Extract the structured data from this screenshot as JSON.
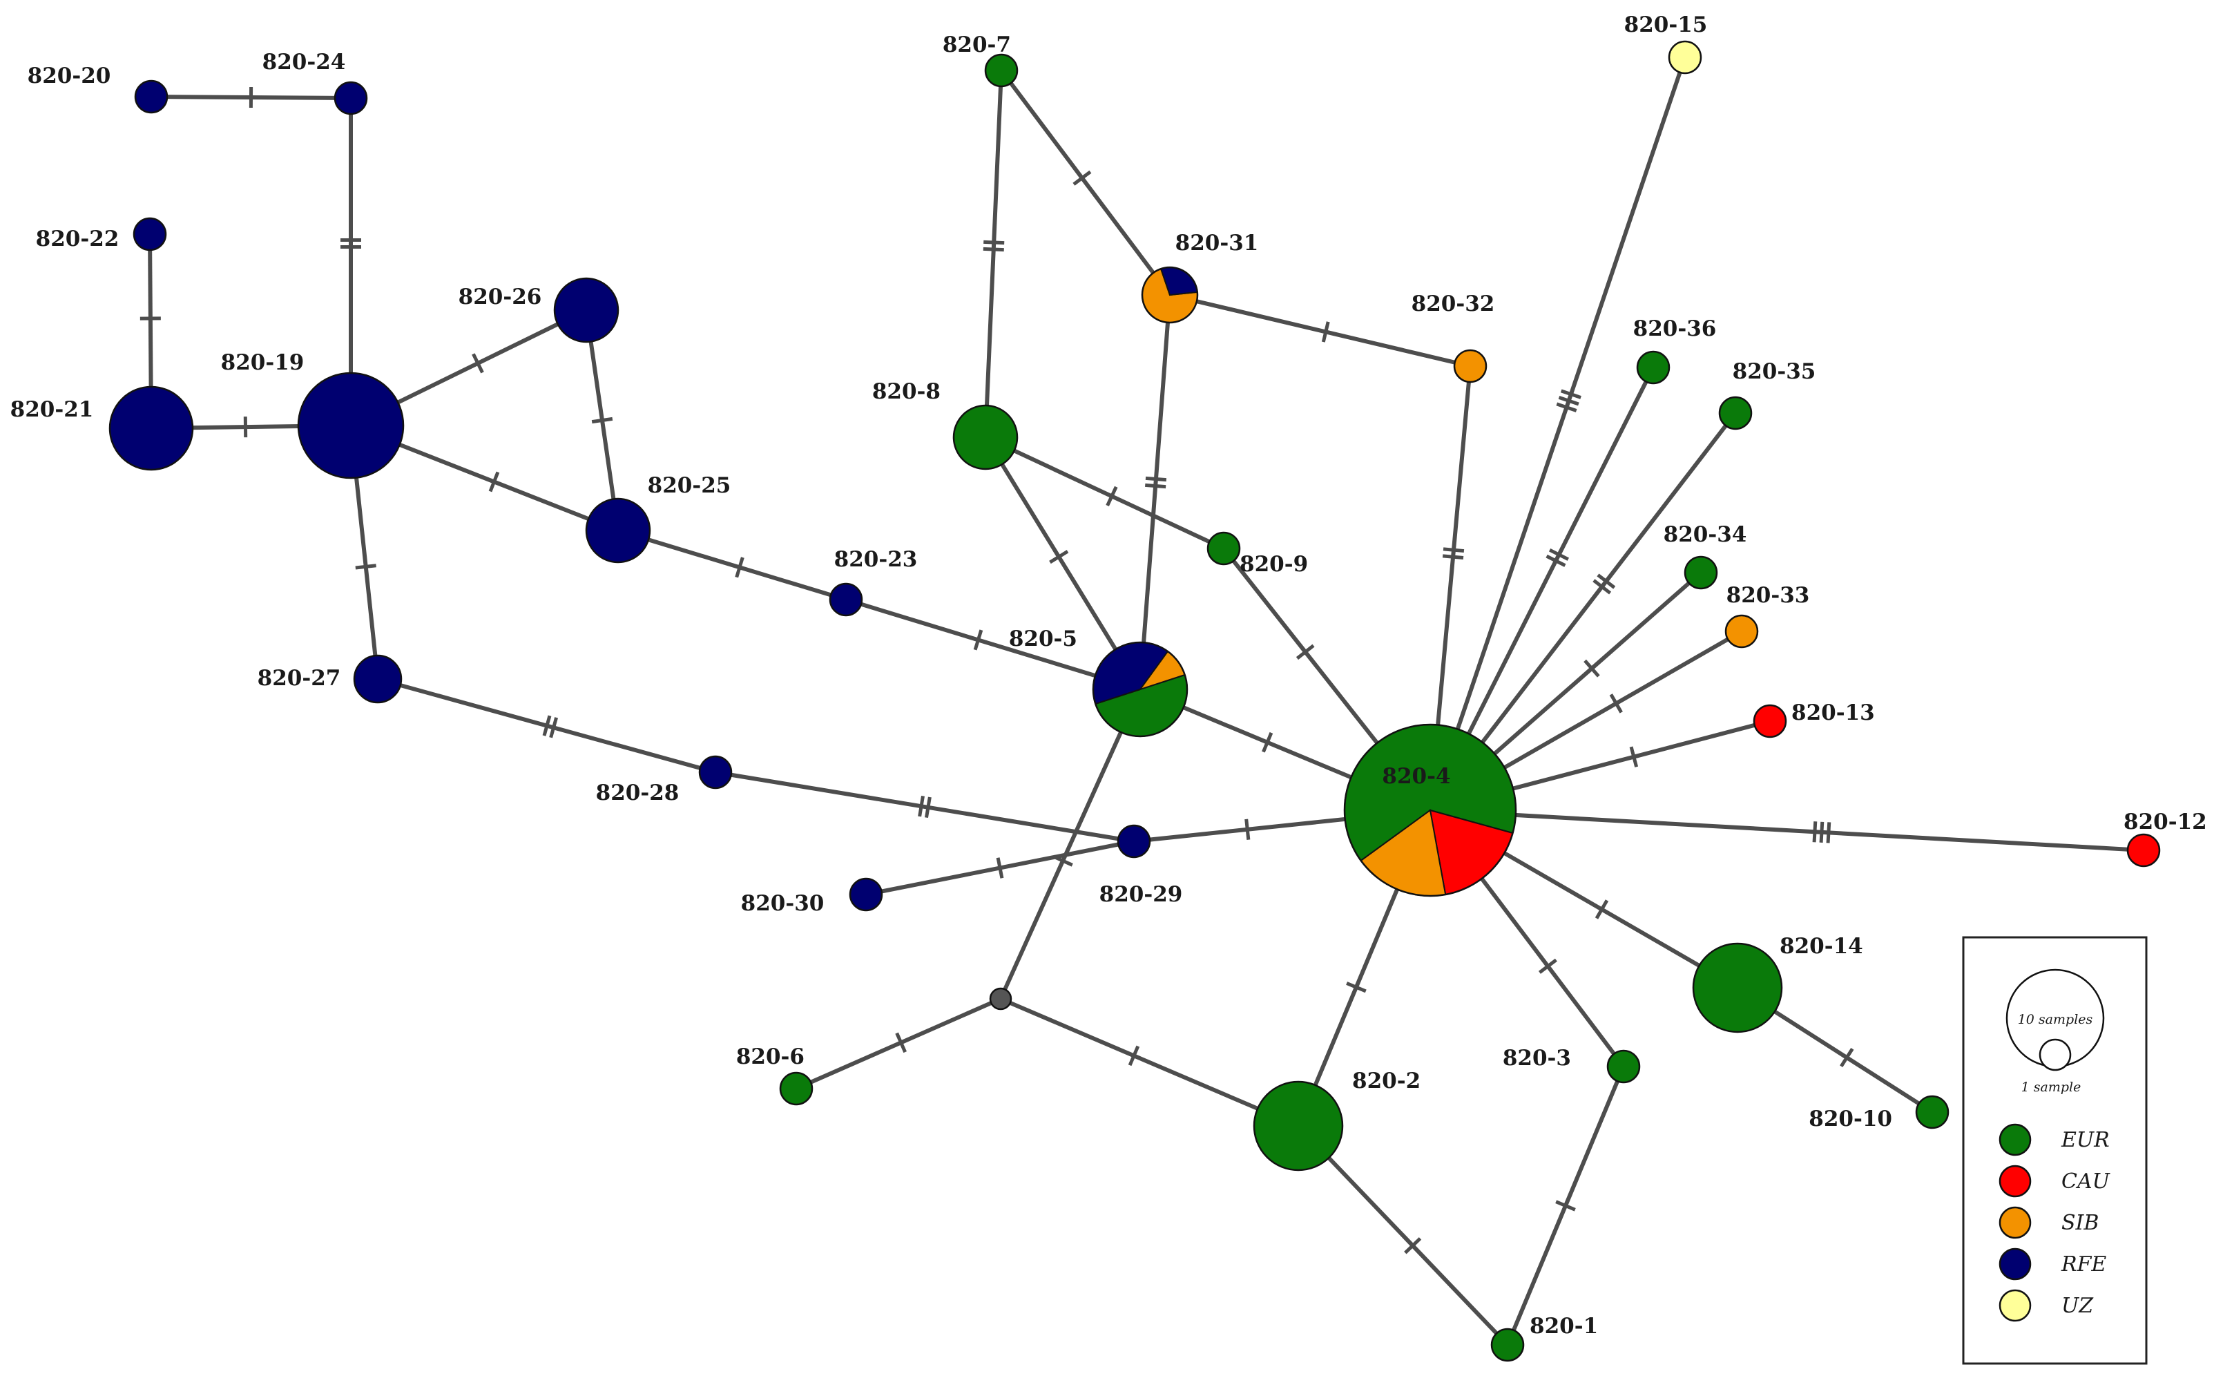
{
  "colors": {
    "EUR": "#0a7a0a",
    "CAU": "#ff0000",
    "SIB": "#f39200",
    "RFE": "#000070",
    "UZ": "#ffff99",
    "median": "#555555",
    "edge": "#4d4d4d"
  },
  "nodes": [
    {
      "id": "820-1",
      "label": "820-1",
      "count": 1,
      "comp": {
        "EUR": 1
      }
    },
    {
      "id": "820-2",
      "label": "820-2",
      "count": 4,
      "comp": {
        "EUR": 4
      }
    },
    {
      "id": "820-3",
      "label": "820-3",
      "count": 1,
      "comp": {
        "EUR": 1
      }
    },
    {
      "id": "820-4",
      "label": "820-4",
      "count": 14,
      "comp": {
        "EUR": 9,
        "CAU": 2.5,
        "SIB": 2.5
      }
    },
    {
      "id": "820-5",
      "label": "820-5",
      "count": 4,
      "comp": {
        "EUR": 2,
        "RFE": 1.6,
        "SIB": 0.4
      }
    },
    {
      "id": "820-6",
      "label": "820-6",
      "count": 1,
      "comp": {
        "EUR": 1
      }
    },
    {
      "id": "820-7",
      "label": "820-7",
      "count": 1,
      "comp": {
        "EUR": 1
      }
    },
    {
      "id": "820-8",
      "label": "820-8",
      "count": 2,
      "comp": {
        "EUR": 2
      }
    },
    {
      "id": "820-9",
      "label": "820-9",
      "count": 1,
      "comp": {
        "EUR": 1
      }
    },
    {
      "id": "820-10",
      "label": "820-10",
      "count": 1,
      "comp": {
        "EUR": 1
      }
    },
    {
      "id": "820-12",
      "label": "820-12",
      "count": 1,
      "comp": {
        "CAU": 1
      }
    },
    {
      "id": "820-13",
      "label": "820-13",
      "count": 1,
      "comp": {
        "CAU": 1
      }
    },
    {
      "id": "820-14",
      "label": "820-14",
      "count": 4,
      "comp": {
        "EUR": 4
      }
    },
    {
      "id": "820-15",
      "label": "820-15",
      "count": 1,
      "comp": {
        "UZ": 1
      }
    },
    {
      "id": "820-19",
      "label": "820-19",
      "count": 6,
      "comp": {
        "RFE": 6
      }
    },
    {
      "id": "820-20",
      "label": "820-20",
      "count": 1,
      "comp": {
        "RFE": 1
      }
    },
    {
      "id": "820-21",
      "label": "820-21",
      "count": 4,
      "comp": {
        "RFE": 4
      }
    },
    {
      "id": "820-22",
      "label": "820-22",
      "count": 1,
      "comp": {
        "RFE": 1
      }
    },
    {
      "id": "820-23",
      "label": "820-23",
      "count": 1,
      "comp": {
        "RFE": 1
      }
    },
    {
      "id": "820-24",
      "label": "820-24",
      "count": 1,
      "comp": {
        "RFE": 1
      }
    },
    {
      "id": "820-25",
      "label": "820-25",
      "count": 2,
      "comp": {
        "RFE": 2
      }
    },
    {
      "id": "820-26",
      "label": "820-26",
      "count": 2,
      "comp": {
        "RFE": 2
      }
    },
    {
      "id": "820-27",
      "label": "820-27",
      "count": 1,
      "comp": {
        "RFE": 1
      }
    },
    {
      "id": "820-28",
      "label": "820-28",
      "count": 1,
      "comp": {
        "RFE": 1
      }
    },
    {
      "id": "820-29",
      "label": "820-29",
      "count": 1,
      "comp": {
        "RFE": 1
      }
    },
    {
      "id": "820-30",
      "label": "820-30",
      "count": 1,
      "comp": {
        "RFE": 1
      }
    },
    {
      "id": "820-31",
      "label": "820-31",
      "count": 1.4,
      "comp": {
        "SIB": 1,
        "RFE": 0.4
      }
    },
    {
      "id": "820-32",
      "label": "820-32",
      "count": 1,
      "comp": {
        "SIB": 1
      }
    },
    {
      "id": "820-33",
      "label": "820-33",
      "count": 1,
      "comp": {
        "SIB": 1
      }
    },
    {
      "id": "820-34",
      "label": "820-34",
      "count": 1,
      "comp": {
        "EUR": 1
      }
    },
    {
      "id": "820-35",
      "label": "820-35",
      "count": 1,
      "comp": {
        "EUR": 1
      }
    },
    {
      "id": "820-36",
      "label": "820-36",
      "count": 1,
      "comp": {
        "EUR": 1
      }
    },
    {
      "id": "mv",
      "label": "",
      "count": 0.3,
      "comp": {
        "median": 1
      }
    }
  ],
  "edges": [
    {
      "from": "820-20",
      "to": "820-24",
      "mutations": 1
    },
    {
      "from": "820-24",
      "to": "820-19",
      "mutations": 2
    },
    {
      "from": "820-22",
      "to": "820-21",
      "mutations": 1
    },
    {
      "from": "820-21",
      "to": "820-19",
      "mutations": 1
    },
    {
      "from": "820-19",
      "to": "820-26",
      "mutations": 1
    },
    {
      "from": "820-19",
      "to": "820-25",
      "mutations": 1
    },
    {
      "from": "820-26",
      "to": "820-25",
      "mutations": 1
    },
    {
      "from": "820-19",
      "to": "820-27",
      "mutations": 1
    },
    {
      "from": "820-25",
      "to": "820-23",
      "mutations": 1
    },
    {
      "from": "820-23",
      "to": "820-5",
      "mutations": 1
    },
    {
      "from": "820-27",
      "to": "820-28",
      "mutations": 2
    },
    {
      "from": "820-28",
      "to": "820-29",
      "mutations": 2
    },
    {
      "from": "820-30",
      "to": "820-29",
      "mutations": 1
    },
    {
      "from": "820-29",
      "to": "820-4",
      "mutations": 1
    },
    {
      "from": "820-7",
      "to": "820-8",
      "mutations": 2
    },
    {
      "from": "820-7",
      "to": "820-31",
      "mutations": 1
    },
    {
      "from": "820-31",
      "to": "820-5",
      "mutations": 2
    },
    {
      "from": "820-31",
      "to": "820-32",
      "mutations": 1
    },
    {
      "from": "820-32",
      "to": "820-4",
      "mutations": 2
    },
    {
      "from": "820-8",
      "to": "820-5",
      "mutations": 1
    },
    {
      "from": "820-8",
      "to": "820-9",
      "mutations": 1
    },
    {
      "from": "820-9",
      "to": "820-4",
      "mutations": 1
    },
    {
      "from": "820-5",
      "to": "820-4",
      "mutations": 1
    },
    {
      "from": "820-5",
      "to": "mv",
      "mutations": 1
    },
    {
      "from": "mv",
      "to": "820-6",
      "mutations": 1
    },
    {
      "from": "mv",
      "to": "820-2",
      "mutations": 1
    },
    {
      "from": "820-2",
      "to": "820-4",
      "mutations": 1
    },
    {
      "from": "820-2",
      "to": "820-1",
      "mutations": 1
    },
    {
      "from": "820-1",
      "to": "820-3",
      "mutations": 1
    },
    {
      "from": "820-3",
      "to": "820-4",
      "mutations": 1
    },
    {
      "from": "820-4",
      "to": "820-15",
      "mutations": 3
    },
    {
      "from": "820-4",
      "to": "820-36",
      "mutations": 2
    },
    {
      "from": "820-4",
      "to": "820-35",
      "mutations": 2
    },
    {
      "from": "820-4",
      "to": "820-34",
      "mutations": 1
    },
    {
      "from": "820-4",
      "to": "820-33",
      "mutations": 1
    },
    {
      "from": "820-4",
      "to": "820-13",
      "mutations": 1
    },
    {
      "from": "820-4",
      "to": "820-12",
      "mutations": 3
    },
    {
      "from": "820-4",
      "to": "820-14",
      "mutations": 1
    },
    {
      "from": "820-14",
      "to": "820-10",
      "mutations": 1
    }
  ],
  "legend": {
    "size_large_label": "10 samples",
    "size_small_label": "1 sample",
    "items": [
      {
        "key": "EUR",
        "label": "EUR"
      },
      {
        "key": "CAU",
        "label": "CAU"
      },
      {
        "key": "SIB",
        "label": "SIB"
      },
      {
        "key": "RFE",
        "label": "RFE"
      },
      {
        "key": "UZ",
        "label": "UZ"
      }
    ]
  }
}
